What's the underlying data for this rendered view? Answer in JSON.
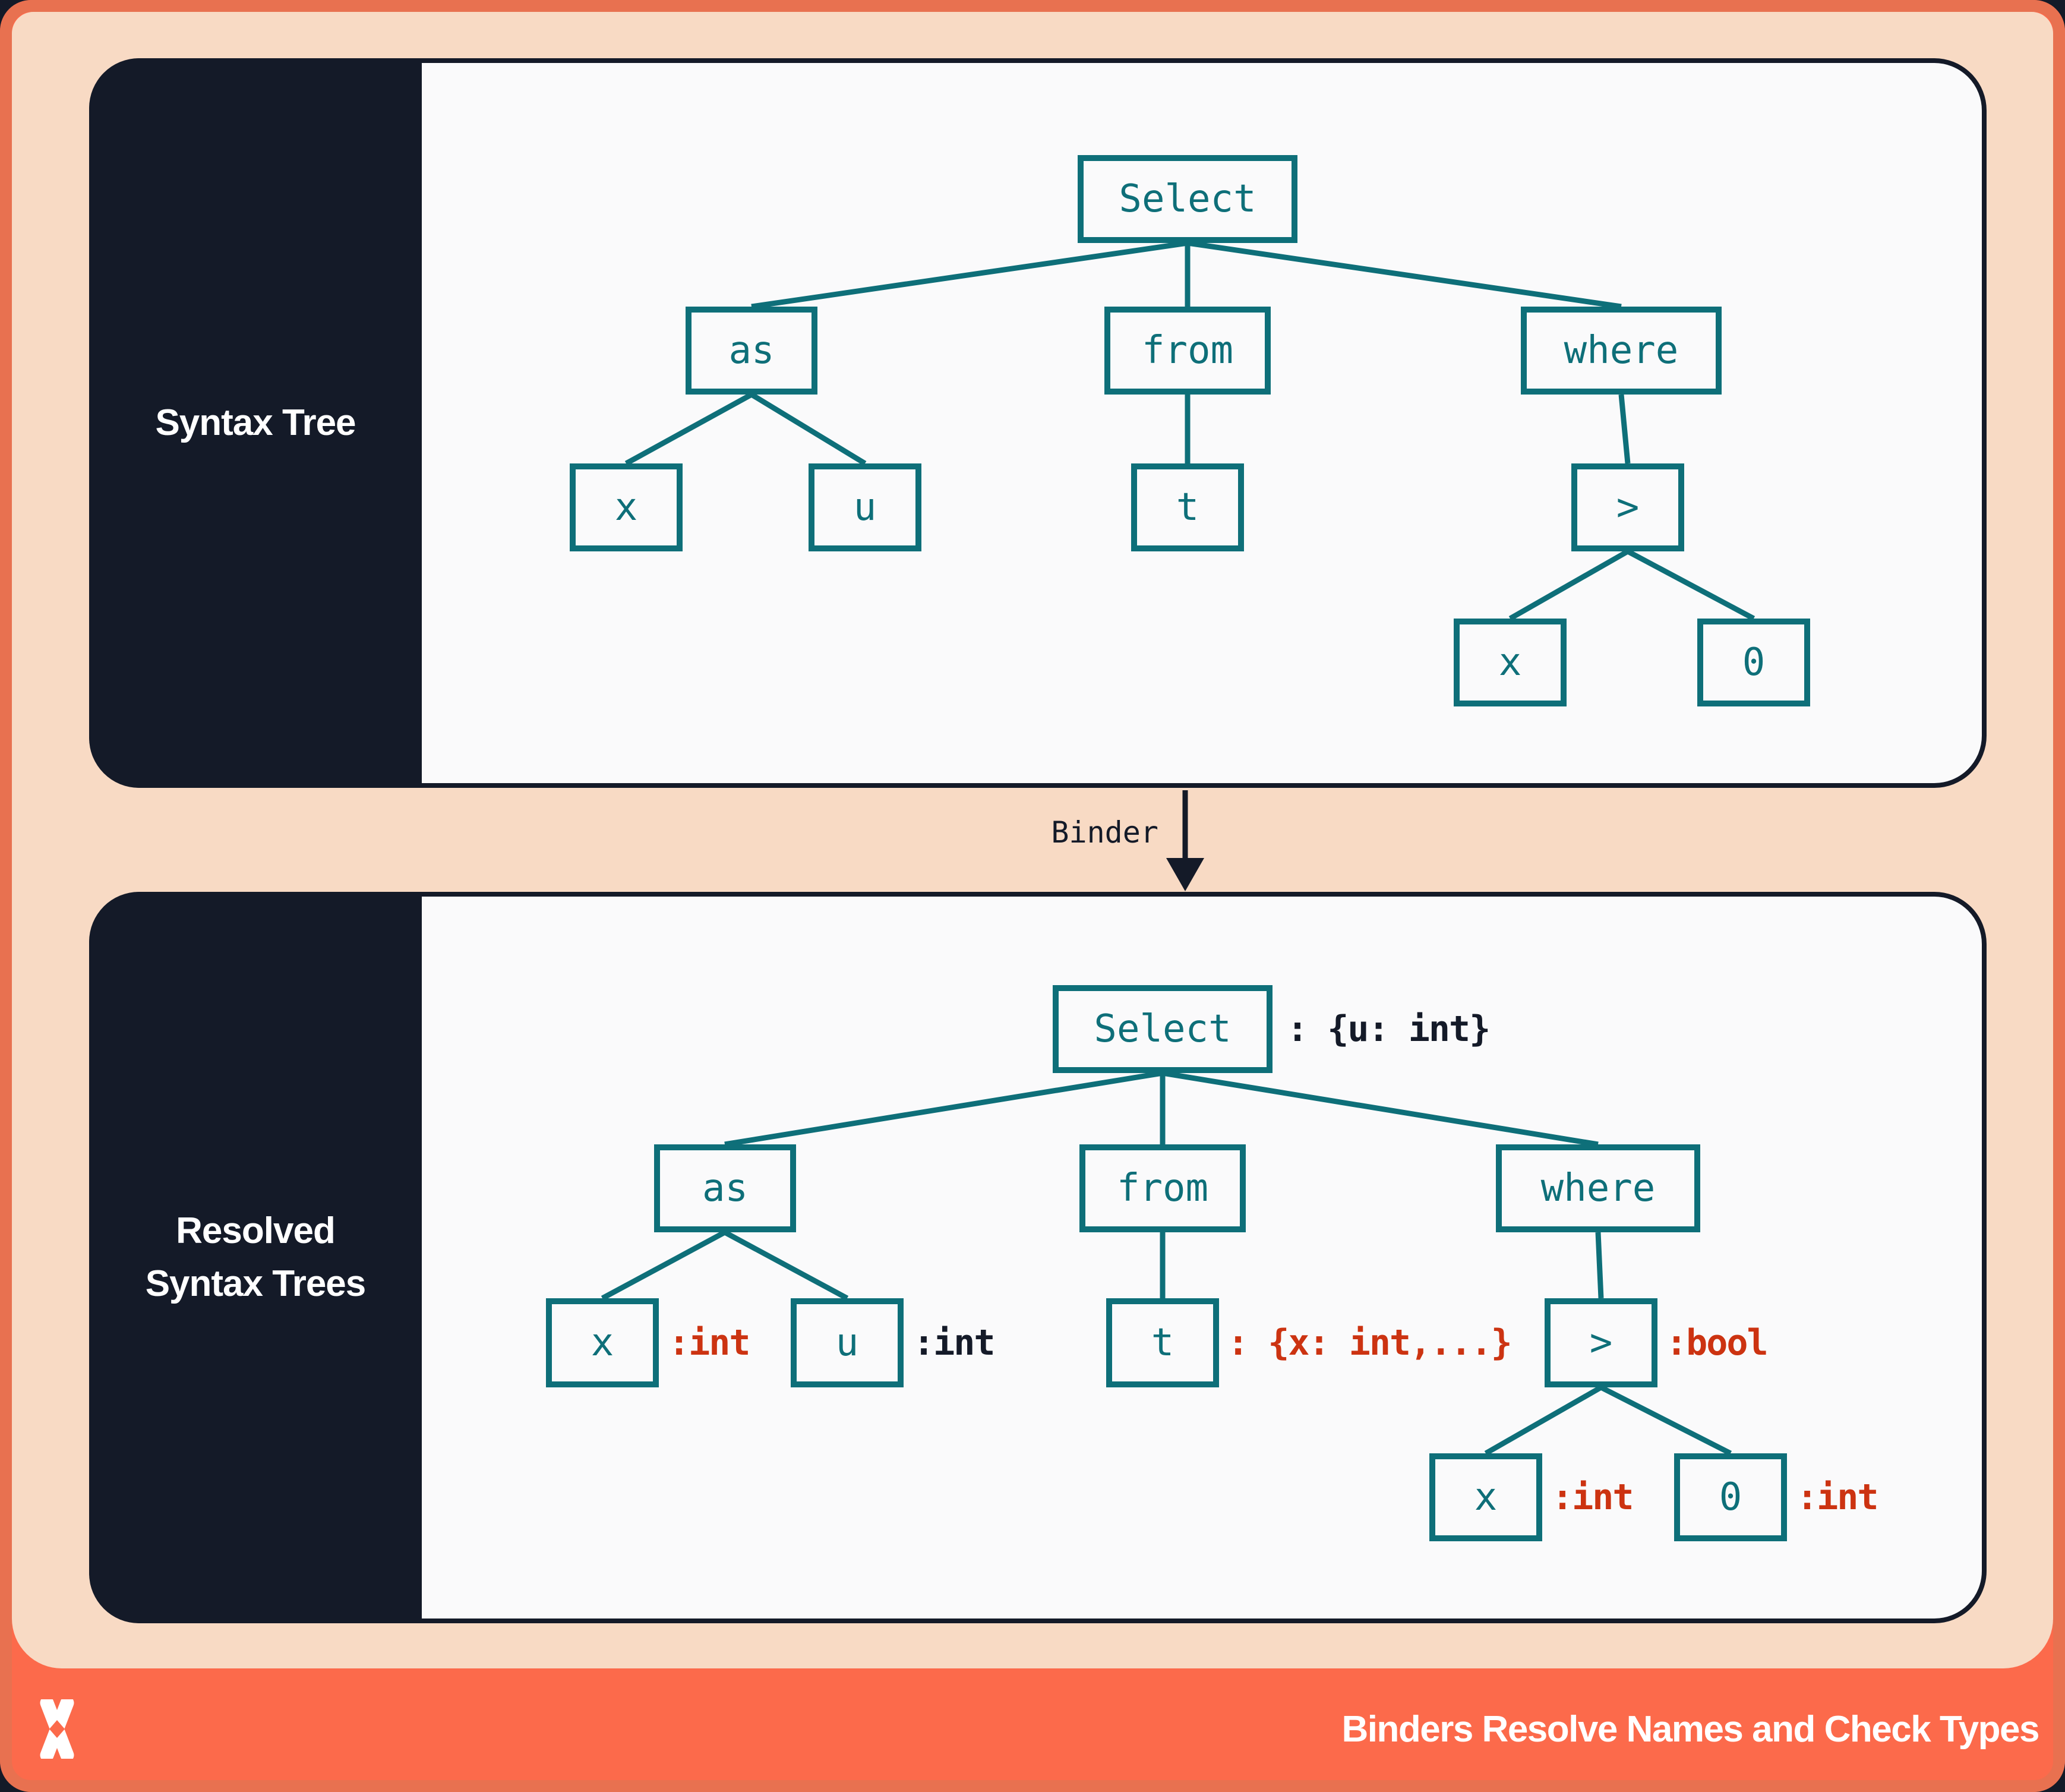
{
  "colors": {
    "frame_coral": "#E87150",
    "footer_coral": "#FC6A4B",
    "peach": "#F8DAC4",
    "navy": "#141A28",
    "teal": "#0E6F79",
    "panel_background": "#FAFAFB",
    "annotation_red": "#CC3311",
    "white": "#FFFFFF"
  },
  "syntax_panel": {
    "title": "Syntax Tree",
    "nodes": {
      "select": "Select",
      "as": "as",
      "from": "from",
      "where": "where",
      "x_left": "x",
      "u": "u",
      "t": "t",
      "gt": ">",
      "x_right": "x",
      "zero": "0"
    }
  },
  "binder": {
    "label": "Binder"
  },
  "resolved_panel": {
    "title_line1": "Resolved",
    "title_line2": "Syntax Trees",
    "nodes": {
      "select": "Select",
      "as": "as",
      "from": "from",
      "where": "where",
      "x_left": "x",
      "u": "u",
      "t": "t",
      "gt": ">",
      "x_right": "x",
      "zero": "0"
    },
    "annotations": {
      "select": ": {u: int}",
      "x_left": ":int",
      "u": ":int",
      "t": ": {x: int,...}",
      "gt": ":bool",
      "x_right": ":int",
      "zero": ":int"
    }
  },
  "footer": {
    "title": "Binders Resolve Names and Check Types"
  }
}
